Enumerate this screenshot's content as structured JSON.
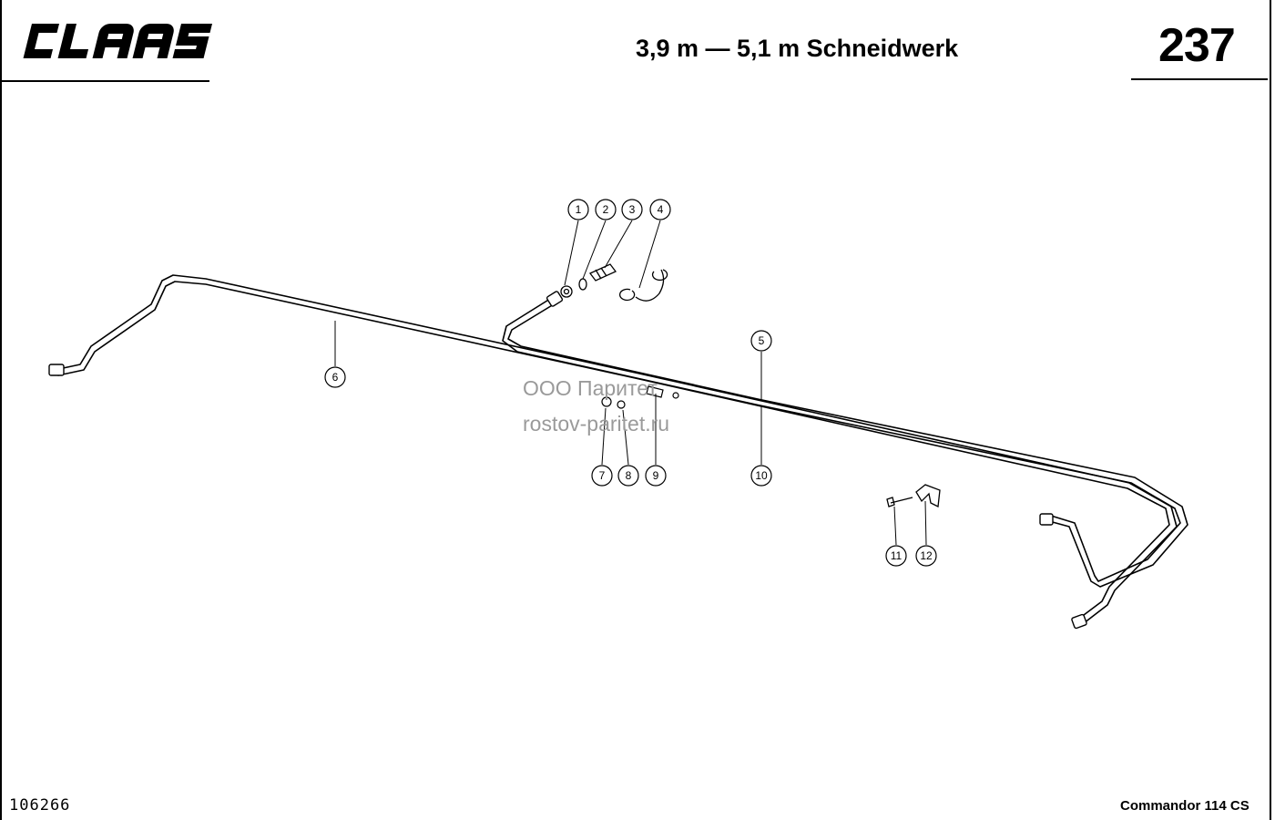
{
  "header": {
    "brand": "CLAAS",
    "title": "3,9 m — 5,1 m Schneidwerk",
    "page_number": "237"
  },
  "footer": {
    "doc_id": "106266",
    "model": "Commandor 114 CS"
  },
  "watermark": {
    "line1": "ООО Паритет",
    "line2": "rostov-paritet.ru"
  },
  "callouts": [
    "1",
    "2",
    "3",
    "4",
    "5",
    "6",
    "7",
    "8",
    "9",
    "10",
    "11",
    "12"
  ],
  "colors": {
    "ink": "#000000",
    "watermark": "#9a9a9a"
  }
}
